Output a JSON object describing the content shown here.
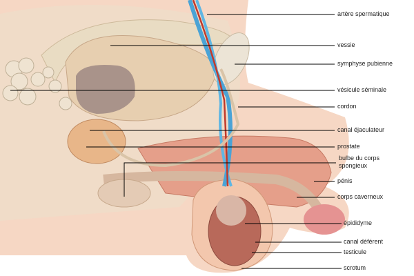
{
  "labels": {
    "artere_spermatique": "artère spermatique",
    "vessie": "vessie",
    "symphyse_pubienne": "symphyse pubienne",
    "vesicule_seminale": "vésicule séminale",
    "cordon": "cordon",
    "canal_ejaculateur": "canal éjaculateur",
    "prostate": "prostate",
    "bulbe_line1": "bulbe du corps",
    "bulbe_line2": "spongieux",
    "penis": "pénis",
    "corps_caverneux": "corps caverneux",
    "epididyme": "épididyme",
    "canal_deferent": "canal déférent",
    "testicule": "testicule",
    "scrotum": "scrotum"
  },
  "colors": {
    "skin": "#f3c9b2",
    "skin_dark": "#e6a98f",
    "bone": "#eadcc4",
    "vein": "#4aa3d6",
    "artery": "#c0392b",
    "tissue": "#d98b78",
    "leader": "#000000"
  }
}
